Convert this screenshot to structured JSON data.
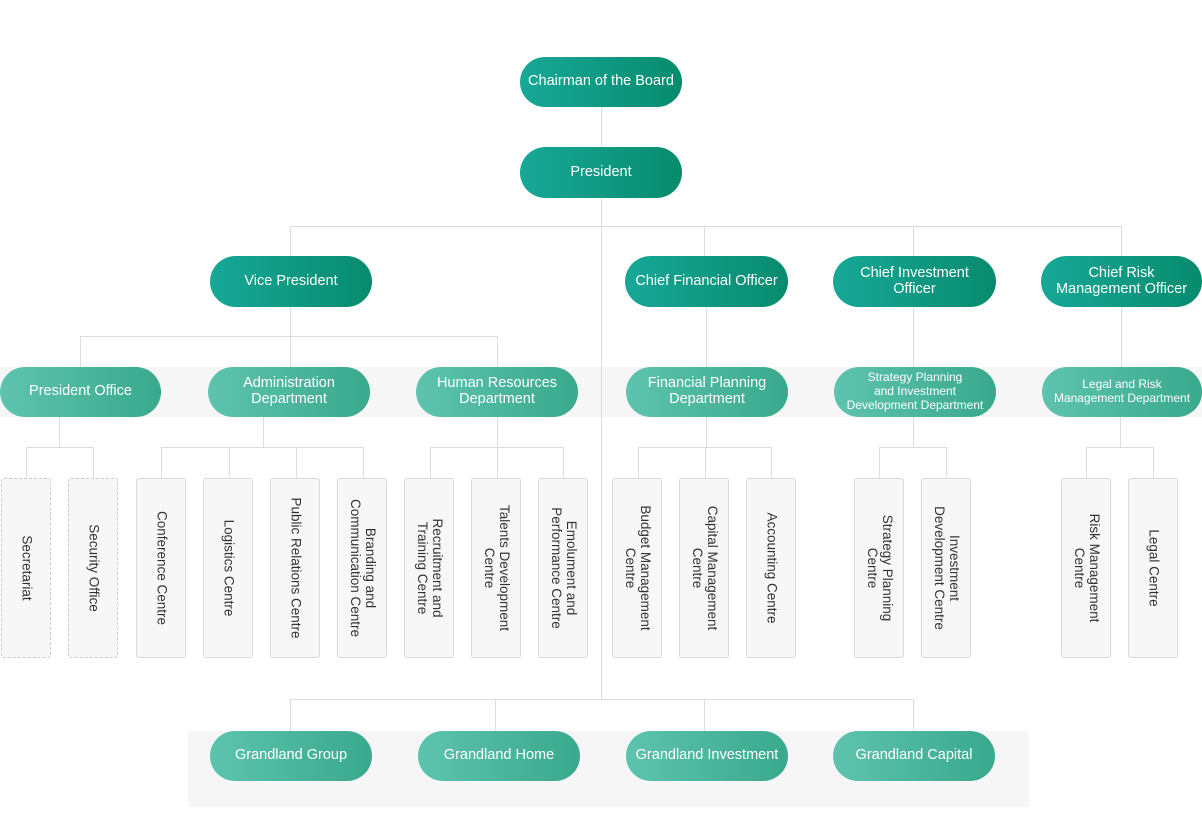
{
  "colors": {
    "level_top": [
      "#17a898",
      "#078b6d"
    ],
    "level_dept": [
      "#5ec3ae",
      "#39a98d"
    ],
    "connector": "#dddddd",
    "band": "#f6f6f6",
    "card_bg": "#f7f7f7",
    "card_border": "#d9d9d9"
  },
  "top": {
    "chairman": "Chairman of the Board",
    "president": "President"
  },
  "executives": [
    "Vice President",
    "Chief Financial Officer",
    "Chief Investment Officer",
    "Chief Risk\nManagement Officer"
  ],
  "departments": [
    "President Office",
    "Administration\nDepartment",
    "Human Resources\nDepartment",
    "Financial Planning\nDepartment",
    "Strategy Planning\nand Investment\nDevelopment Department",
    "Legal and Risk\nManagement Department"
  ],
  "centres": [
    "Secretariat",
    "Security Office",
    "Conference Centre",
    "Logistics Centre",
    "Public Relations Centre",
    "Branding and\nCommunication Centre",
    "Recruitment and\nTraining Centre",
    "Talents Development\nCentre",
    "Emolument and\nPerformance Centre",
    "Budget Management\nCentre",
    "Capital Management\nCentre",
    "Accounting Centre",
    "Strategy Planning\nCentre",
    "Investment\nDevelopment Centre",
    "Risk Management\nCentre",
    "Legal Centre"
  ],
  "subsidiaries": [
    "Grandland Group",
    "Grandland Home",
    "Grandland Investment",
    "Grandland Capital"
  ]
}
